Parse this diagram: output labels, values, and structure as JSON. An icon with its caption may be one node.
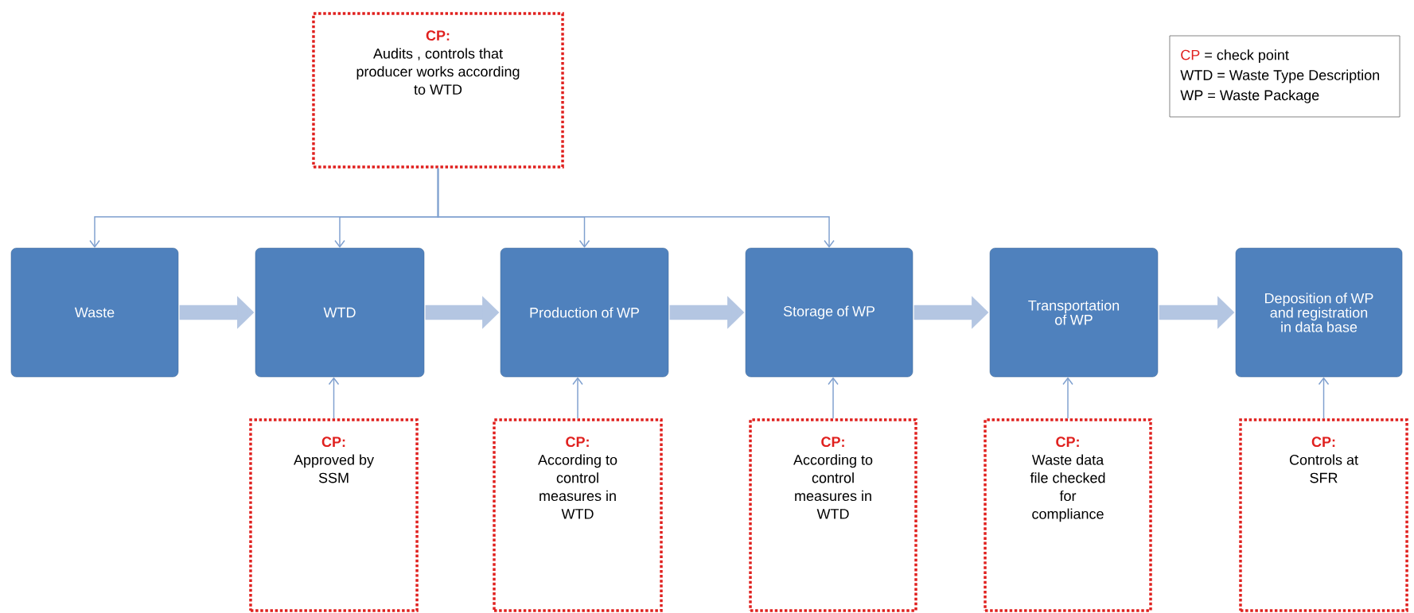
{
  "diagram": {
    "nodes": [
      {
        "text": [
          "CP:",
          "Audits , controls that producer works according to WTD"
        ]
      },
      {
        "text": [
          "CP",
          "= check point",
          "WTD = Waste Type Description",
          "WP = Waste Package"
        ]
      },
      {
        "text": [
          "Waste"
        ]
      },
      {
        "text": [
          "WTD"
        ]
      },
      {
        "text": [
          "Production of WP"
        ]
      },
      {
        "text": [
          "Storage of WP"
        ]
      },
      {
        "text": [
          "Transportation of WP"
        ]
      },
      {
        "text": [
          "Deposition of WP and registration in data base"
        ]
      },
      {
        "text": [
          "CP:",
          "Approved by SSM"
        ]
      },
      {
        "text": [
          "CP:",
          "According to control measures in WTD"
        ]
      },
      {
        "text": [
          "CP:",
          "According to control measures in WTD"
        ]
      },
      {
        "text": [
          "CP:",
          "Waste data file checked for compliance"
        ]
      },
      {
        "text": [
          "CP:",
          "Controls at SFR"
        ]
      }
    ],
    "edges": [
      {
        "from": 0,
        "to": 2,
        "arrow": "to"
      },
      {
        "from": 0,
        "to": 3,
        "arrow": "to"
      },
      {
        "from": 0,
        "to": 4,
        "arrow": "to"
      },
      {
        "from": 0,
        "to": 5,
        "arrow": "to"
      },
      {
        "from": 2,
        "to": 3,
        "arrow": "to",
        "style": "thick",
        "color": "#b4c6e2"
      },
      {
        "from": 3,
        "to": 4,
        "arrow": "to",
        "style": "thick",
        "color": "#b4c6e2"
      },
      {
        "from": 4,
        "to": 5,
        "arrow": "to",
        "style": "thick",
        "color": "#b4c6e2"
      },
      {
        "from": 5,
        "to": 6,
        "arrow": "to",
        "style": "thick",
        "color": "#b4c6e2"
      },
      {
        "from": 6,
        "to": 7,
        "arrow": "to",
        "style": "thick",
        "color": "#b4c6e2"
      },
      {
        "from": 8,
        "to": 3,
        "arrow": "to"
      },
      {
        "from": 9,
        "to": 4,
        "arrow": "to"
      },
      {
        "from": 10,
        "to": 5,
        "arrow": "to"
      },
      {
        "from": 11,
        "to": 6,
        "arrow": "to"
      },
      {
        "from": 12,
        "to": 7,
        "arrow": "to"
      }
    ]
  }
}
